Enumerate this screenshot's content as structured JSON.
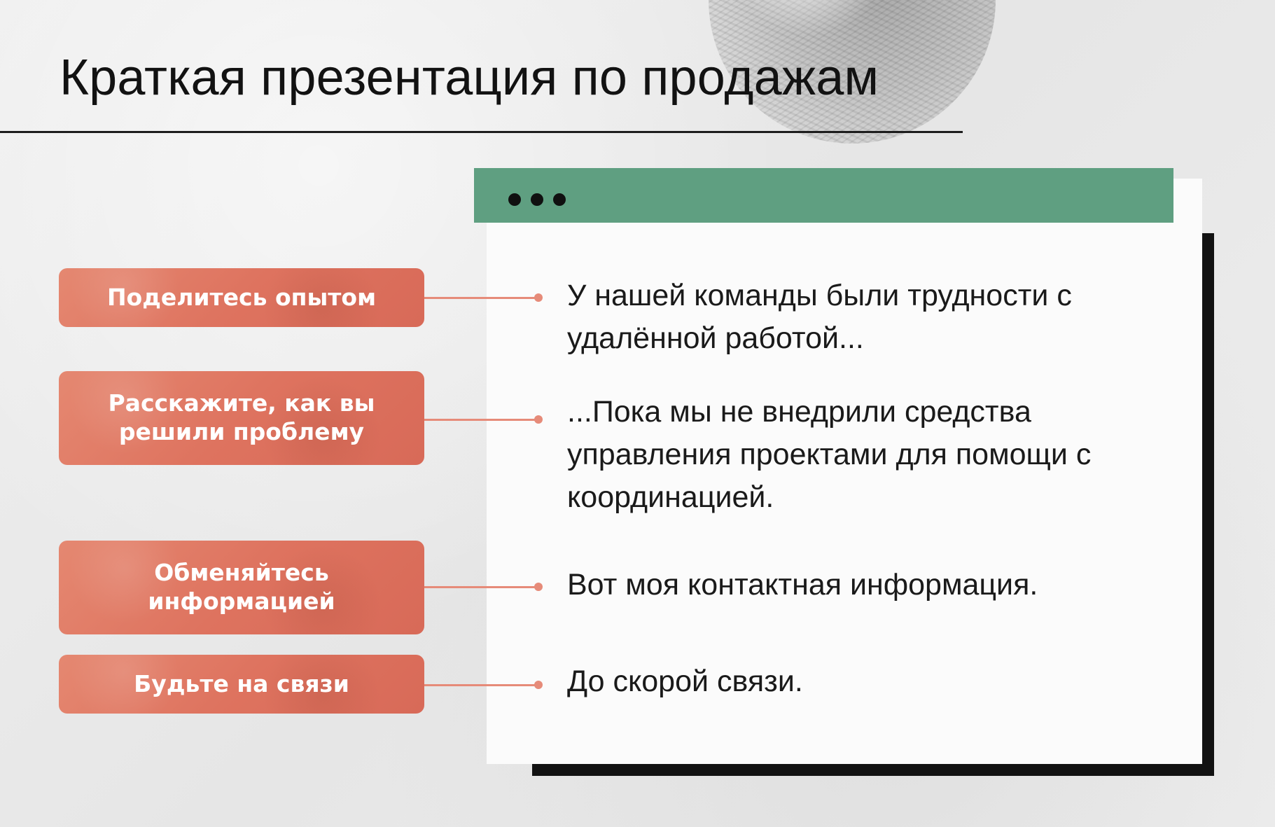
{
  "title": "Краткая презентация по продажам",
  "labels": {
    "share_experience": "Поделитесь опытом",
    "solution_line_1": "Расскажите, как вы",
    "solution_line_2": "решили проблему",
    "exchange_line_1": "Обменяйтесь",
    "exchange_line_2": "информацией",
    "stay_in_touch": "Будьте на связи"
  },
  "messages": {
    "message_1": "У нашей команды были трудности с удалённой работой...",
    "message_2": "...Пока мы не внедрили средства управления проектами для помощи с координацией.",
    "message_3": "Вот моя контактная информация.",
    "message_4": "До скорой связи."
  },
  "colors": {
    "accent_coral": "#de735f",
    "accent_green": "#5f9f81",
    "text_dark": "#121212"
  },
  "icons": {
    "window_controls": "three-dots-icon",
    "decoration": "globe-icon"
  }
}
